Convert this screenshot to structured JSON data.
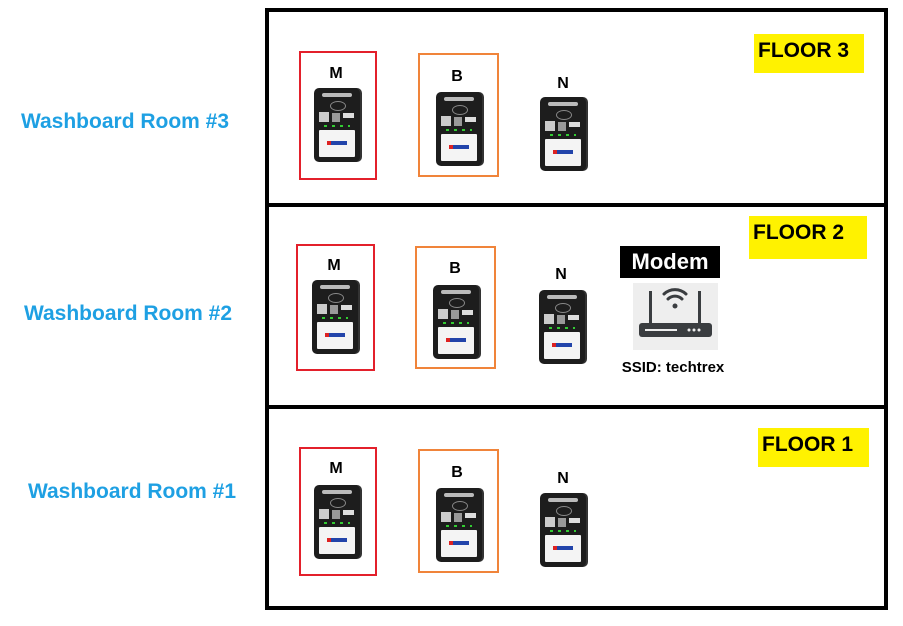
{
  "floors": [
    {
      "label": "FLOOR 3",
      "room": "Washboard Room #3"
    },
    {
      "label": "FLOOR 2",
      "room": "Washboard Room #2"
    },
    {
      "label": "FLOOR 1",
      "room": "Washboard Room #1"
    }
  ],
  "devices": {
    "m": "M",
    "b": "B",
    "n": "N"
  },
  "modem": {
    "label": "Modem",
    "ssid": "SSID: techtrex",
    "icon": "wifi-router-icon"
  },
  "colors": {
    "room_text": "#1ea0e3",
    "floor_label_bg": "#fff200",
    "m_box": "#e3202b",
    "b_box": "#f0843a"
  }
}
